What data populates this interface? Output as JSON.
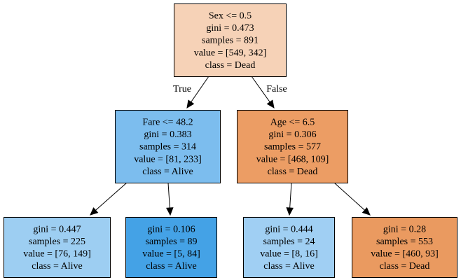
{
  "tree": {
    "nodes": [
      {
        "id": "root",
        "fill": "#f6d2b7",
        "lines": [
          "Sex <= 0.5",
          "gini = 0.473",
          "samples = 891",
          "value = [549, 342]",
          "class = Dead"
        ]
      },
      {
        "id": "left",
        "fill": "#7cbdee",
        "lines": [
          "Fare <= 48.2",
          "gini = 0.383",
          "samples = 314",
          "value = [81, 233]",
          "class = Alive"
        ]
      },
      {
        "id": "right",
        "fill": "#ec9d64",
        "lines": [
          "Age <= 6.5",
          "gini = 0.306",
          "samples = 577",
          "value = [468, 109]",
          "class = Dead"
        ]
      },
      {
        "id": "ll",
        "fill": "#9dcef2",
        "lines": [
          "gini = 0.447",
          "samples = 225",
          "value = [76, 149]",
          "class = Alive"
        ]
      },
      {
        "id": "lr",
        "fill": "#44a2e6",
        "lines": [
          "gini = 0.106",
          "samples = 89",
          "value = [5, 84]",
          "class = Alive"
        ]
      },
      {
        "id": "rl",
        "fill": "#a0cff3",
        "lines": [
          "gini = 0.444",
          "samples = 24",
          "value = [8, 16]",
          "class = Alive"
        ]
      },
      {
        "id": "rr",
        "fill": "#ea9a60",
        "lines": [
          "gini = 0.28",
          "samples = 553",
          "value = [460, 93]",
          "class = Dead"
        ]
      }
    ],
    "edges": [
      {
        "from": "root",
        "to": "left",
        "label": "True"
      },
      {
        "from": "root",
        "to": "right",
        "label": "False"
      },
      {
        "from": "left",
        "to": "ll",
        "label": ""
      },
      {
        "from": "left",
        "to": "lr",
        "label": ""
      },
      {
        "from": "right",
        "to": "rl",
        "label": ""
      },
      {
        "from": "right",
        "to": "rr",
        "label": ""
      }
    ]
  }
}
